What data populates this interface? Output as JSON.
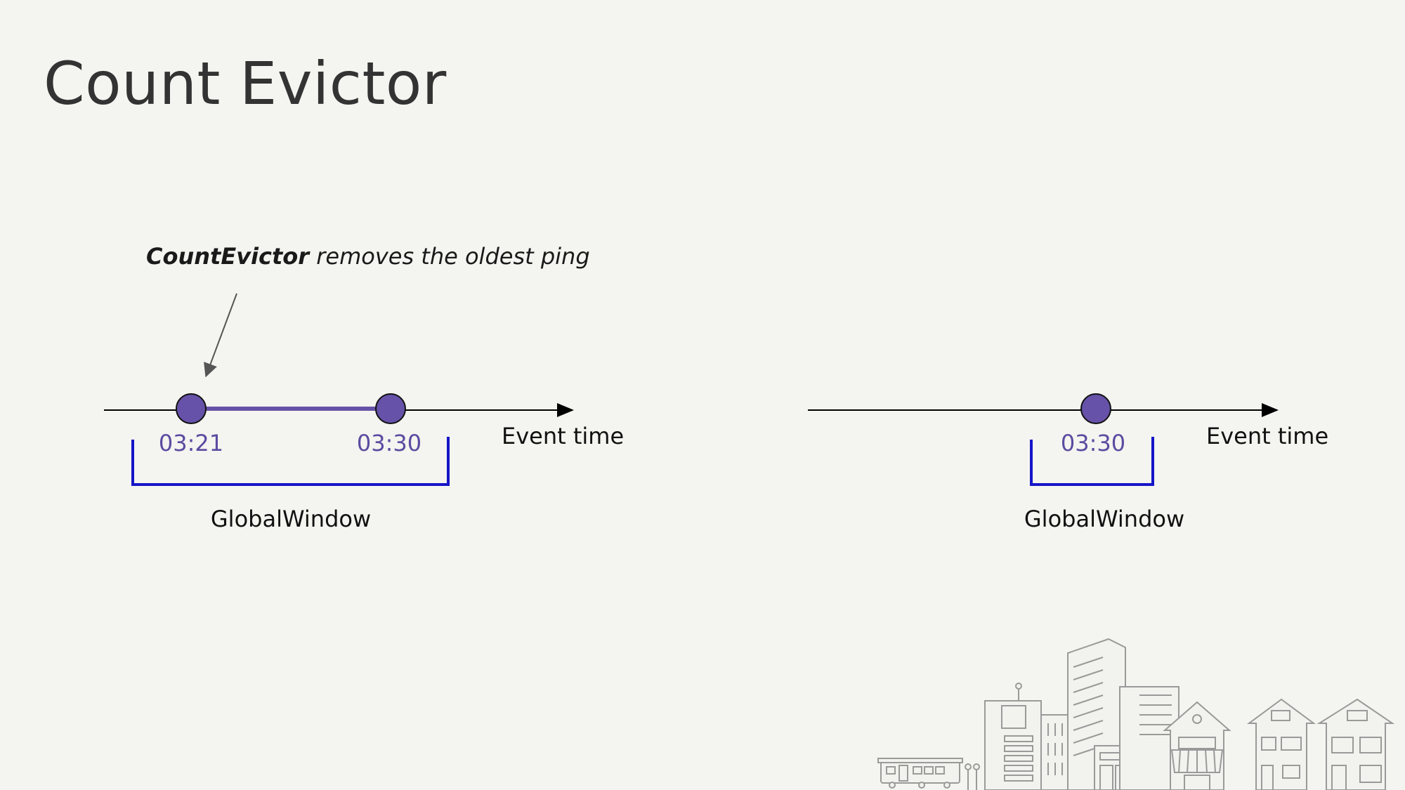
{
  "title": "Count Evictor",
  "annotation": {
    "bold": "CountEvictor",
    "rest": " removes the oldest ping"
  },
  "colors": {
    "background": "#f4f4f0",
    "ping_fill": "#6652a8",
    "window_bracket": "#1515c8",
    "time_label": "#5b4ba0"
  },
  "left_panel": {
    "pings": [
      {
        "time": "03:21"
      },
      {
        "time": "03:30"
      }
    ],
    "axis_label": "Event time",
    "window_label": "GlobalWindow"
  },
  "right_panel": {
    "pings": [
      {
        "time": "03:30"
      }
    ],
    "axis_label": "Event time",
    "window_label": "GlobalWindow"
  },
  "decoration": "city-skyline-illustration"
}
